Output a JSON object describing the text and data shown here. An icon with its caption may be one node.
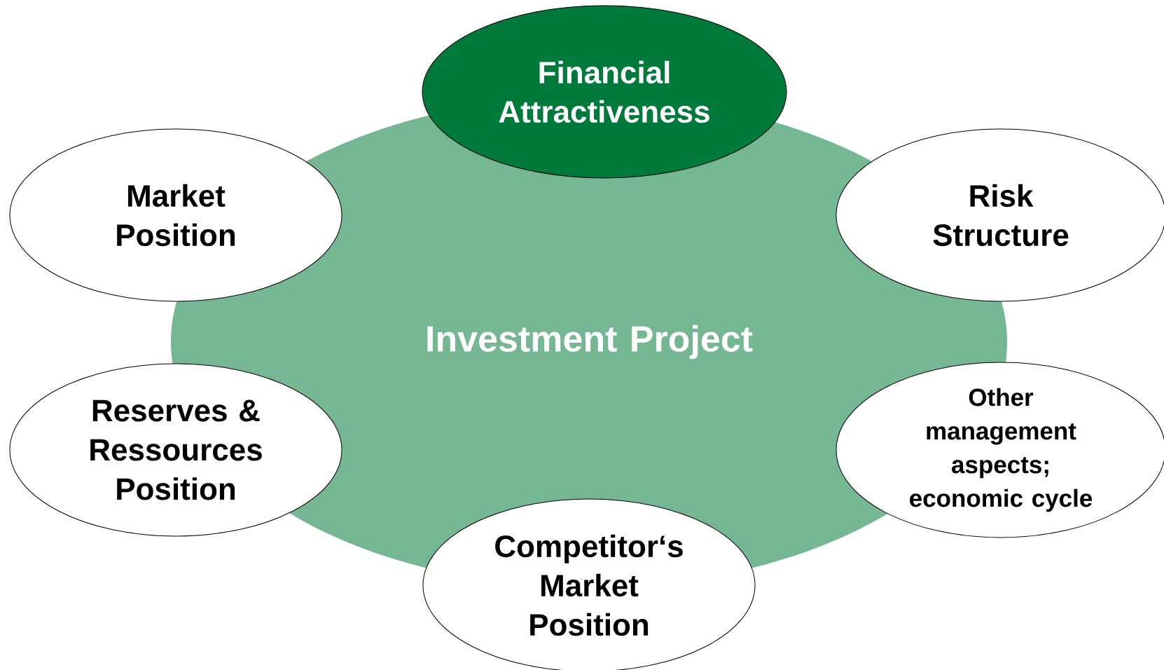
{
  "diagram": {
    "nodes": [
      {
        "text": [
          "Investment Project"
        ]
      },
      {
        "text": [
          "Financial Attractiveness"
        ]
      },
      {
        "text": [
          "Market Position"
        ]
      },
      {
        "text": [
          "Risk Structure"
        ]
      },
      {
        "text": [
          "Reserves & Ressources Position"
        ]
      },
      {
        "text": [
          "Other management aspects; economic cycle"
        ]
      },
      {
        "text": [
          "Competitor‘s Market Position"
        ]
      }
    ]
  }
}
